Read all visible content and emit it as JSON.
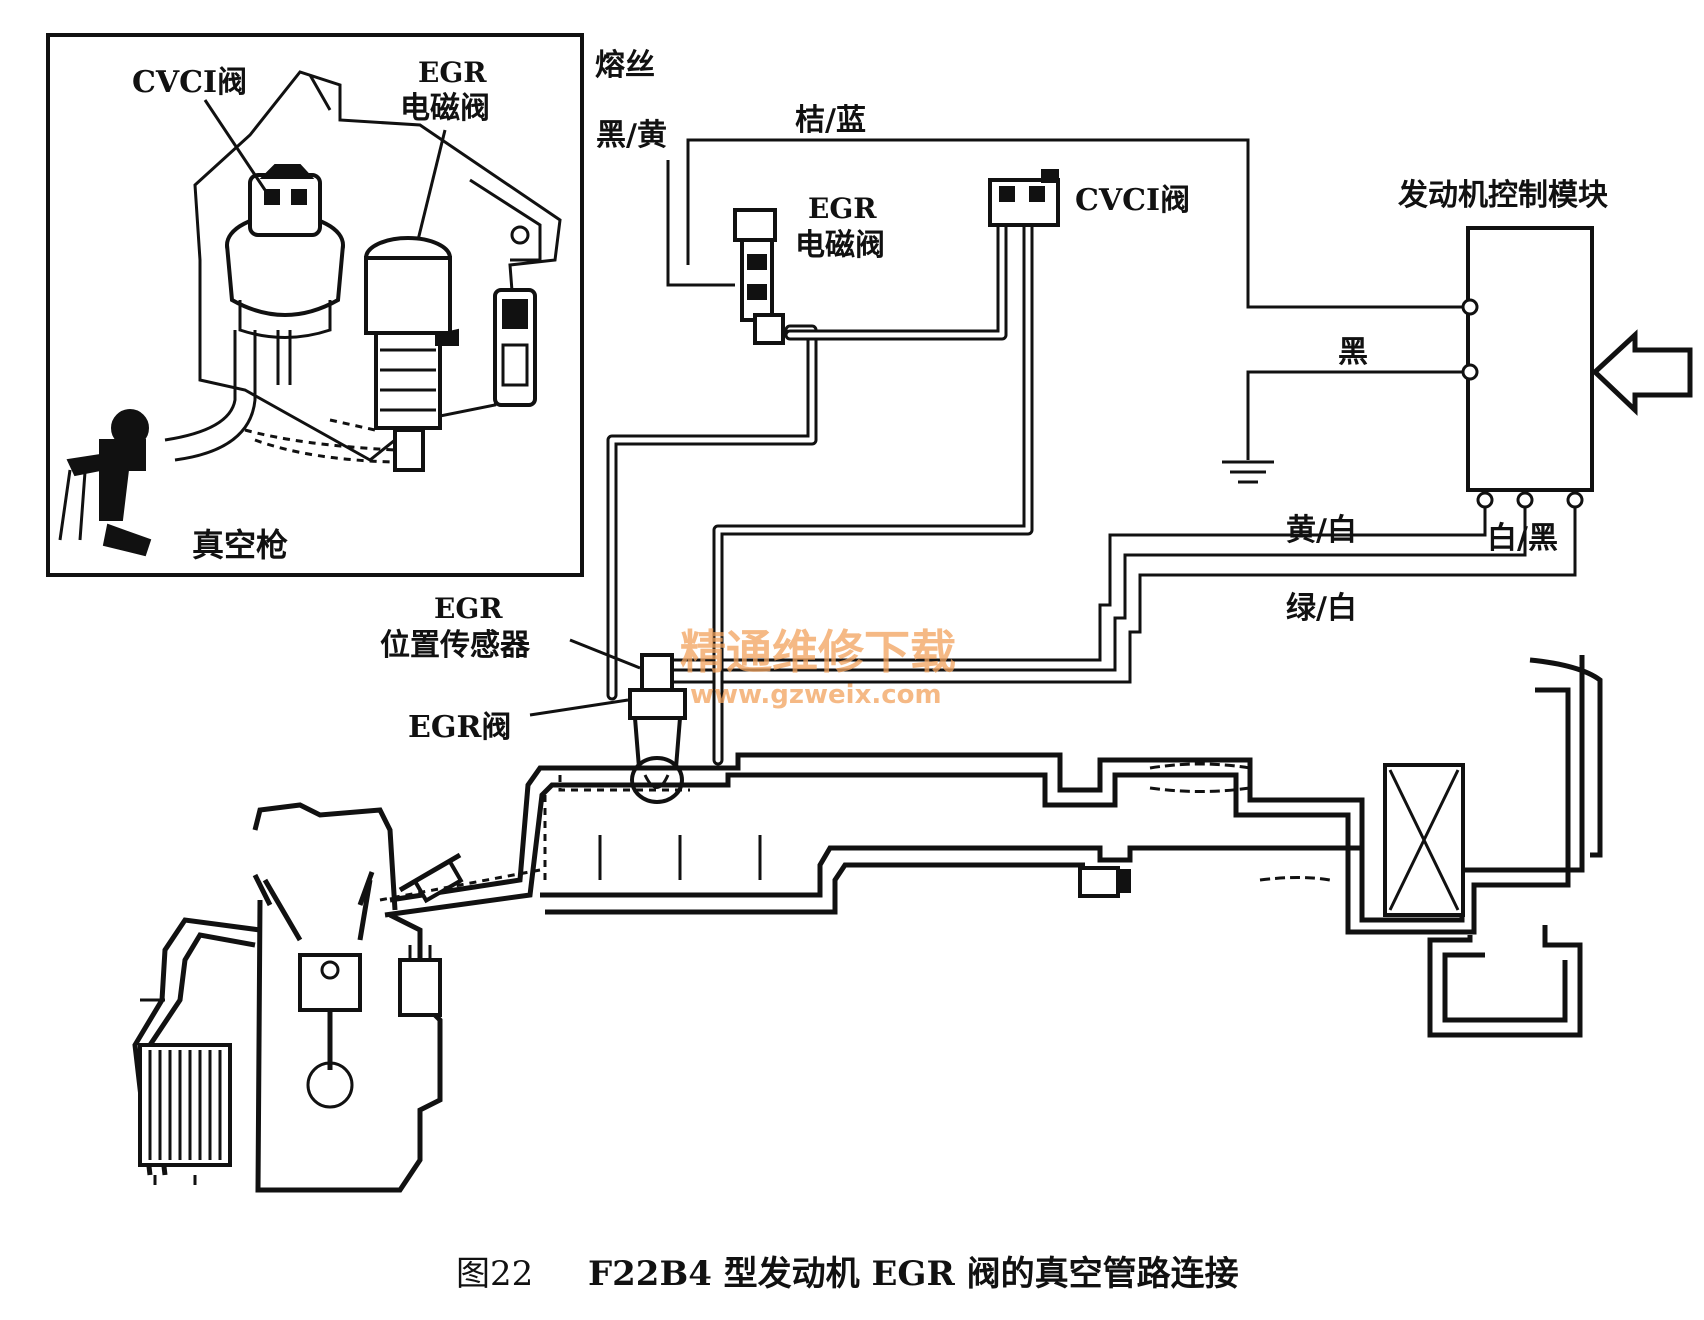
{
  "inset": {
    "cvci_valve": "CVCI阀",
    "egr_solenoid_line1": "EGR",
    "egr_solenoid_line2": "电磁阀",
    "vacuum_gun": "真空枪"
  },
  "labels": {
    "fuse": "熔丝",
    "wire_black_yellow": "黑/黄",
    "wire_orange_blue": "桔/蓝",
    "egr_solenoid_line1": "EGR",
    "egr_solenoid_line2": "电磁阀",
    "cvci_valve": "CVCI阀",
    "ecm": "发动机控制模块",
    "wire_black": "黑",
    "wire_yellow_white": "黄/白",
    "wire_white_black": "白/黑",
    "wire_green_white": "绿/白",
    "egr_position_sensor_line1": "EGR",
    "egr_position_sensor_line2": "位置传感器",
    "egr_valve": "EGR阀"
  },
  "watermark": {
    "text": "精通维修下载",
    "url": "www.gzweix.com",
    "color": "#f2a25c"
  },
  "caption": {
    "figure_no": "图22",
    "title": "F22B4 型发动机 EGR 阀的真空管路连接"
  }
}
